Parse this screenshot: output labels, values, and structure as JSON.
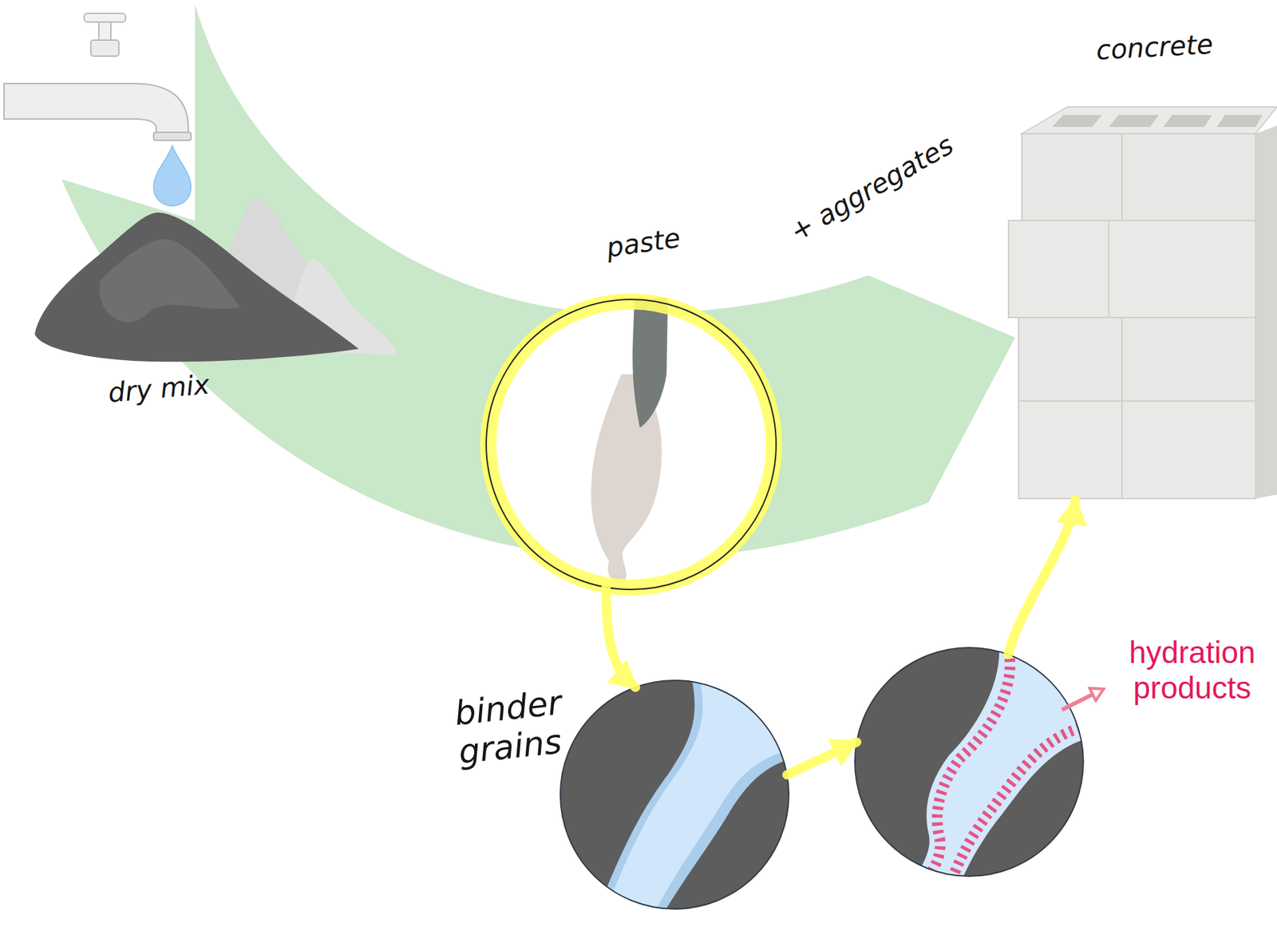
{
  "diagram": {
    "nodes": [
      {
        "text": [
          "dry mix"
        ]
      },
      {
        "text": [
          "paste"
        ]
      },
      {
        "text": [
          "concrete"
        ]
      },
      {
        "text": [
          "binder grains"
        ]
      },
      {
        "text": [
          "hydration products"
        ]
      }
    ],
    "edges": [
      {
        "from": 1,
        "to": 3,
        "arrow": "to"
      },
      {
        "from": 3,
        "to": 4,
        "arrow": "to"
      },
      {
        "from": 4,
        "to": 2,
        "arrow": "to"
      }
    ],
    "labels": [
      "+ aggregates"
    ]
  }
}
